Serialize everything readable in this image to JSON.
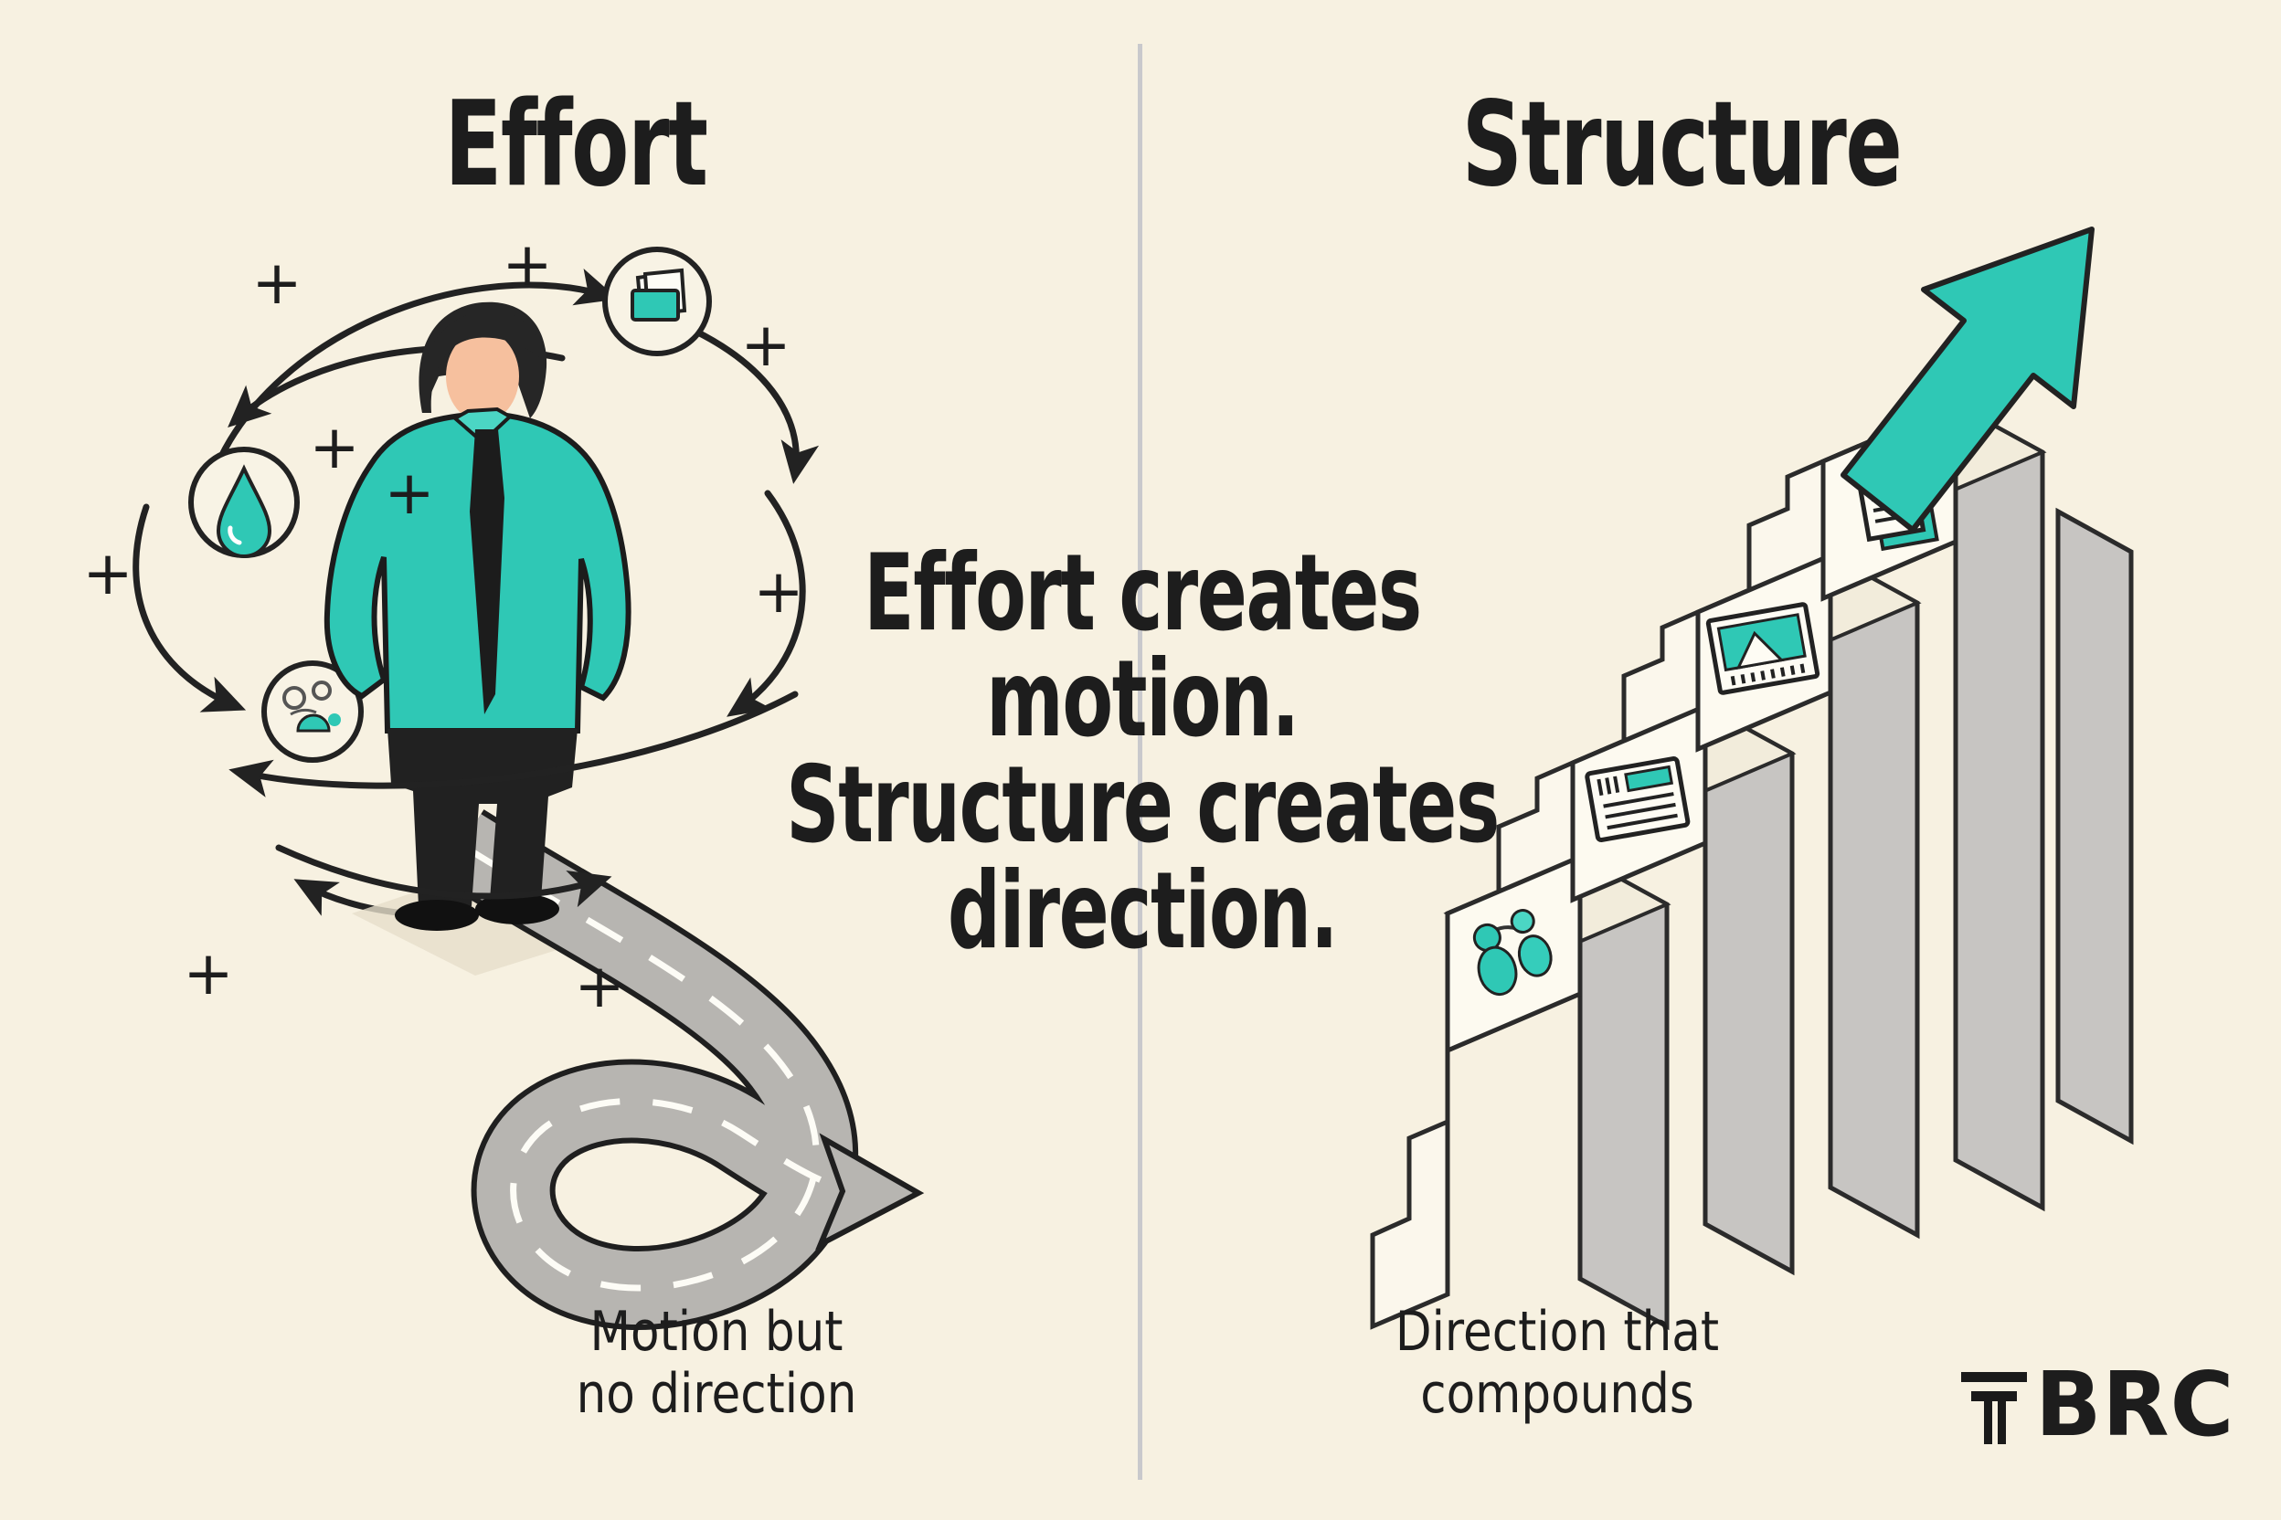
{
  "canvas": {
    "background": "#f7f1e1",
    "ink": "#1d1d1d",
    "teal_accent": "#2fc8b5",
    "road_gray": "#b7b5b1",
    "slab_gray": "#c7c5c2",
    "divider_color": "#c9c9cc"
  },
  "left": {
    "title": "Effort",
    "caption": "Motion but\nno direction",
    "plus": "+",
    "icons": [
      "water-drop-icon",
      "folder-icon",
      "group-icon",
      "swirl-arrows",
      "looping-road"
    ]
  },
  "right": {
    "title": "Structure",
    "caption": "Direction that\ncompounds",
    "step_icons": [
      "people-icon",
      "document-lines-icon",
      "image-icon",
      "file-icon"
    ],
    "arrow": "growth-arrow-icon"
  },
  "quote": "Effort creates\nmotion.\nStructure creates\ndirection.",
  "brand": {
    "letters": "BRC",
    "mark": "double-bar-T"
  }
}
